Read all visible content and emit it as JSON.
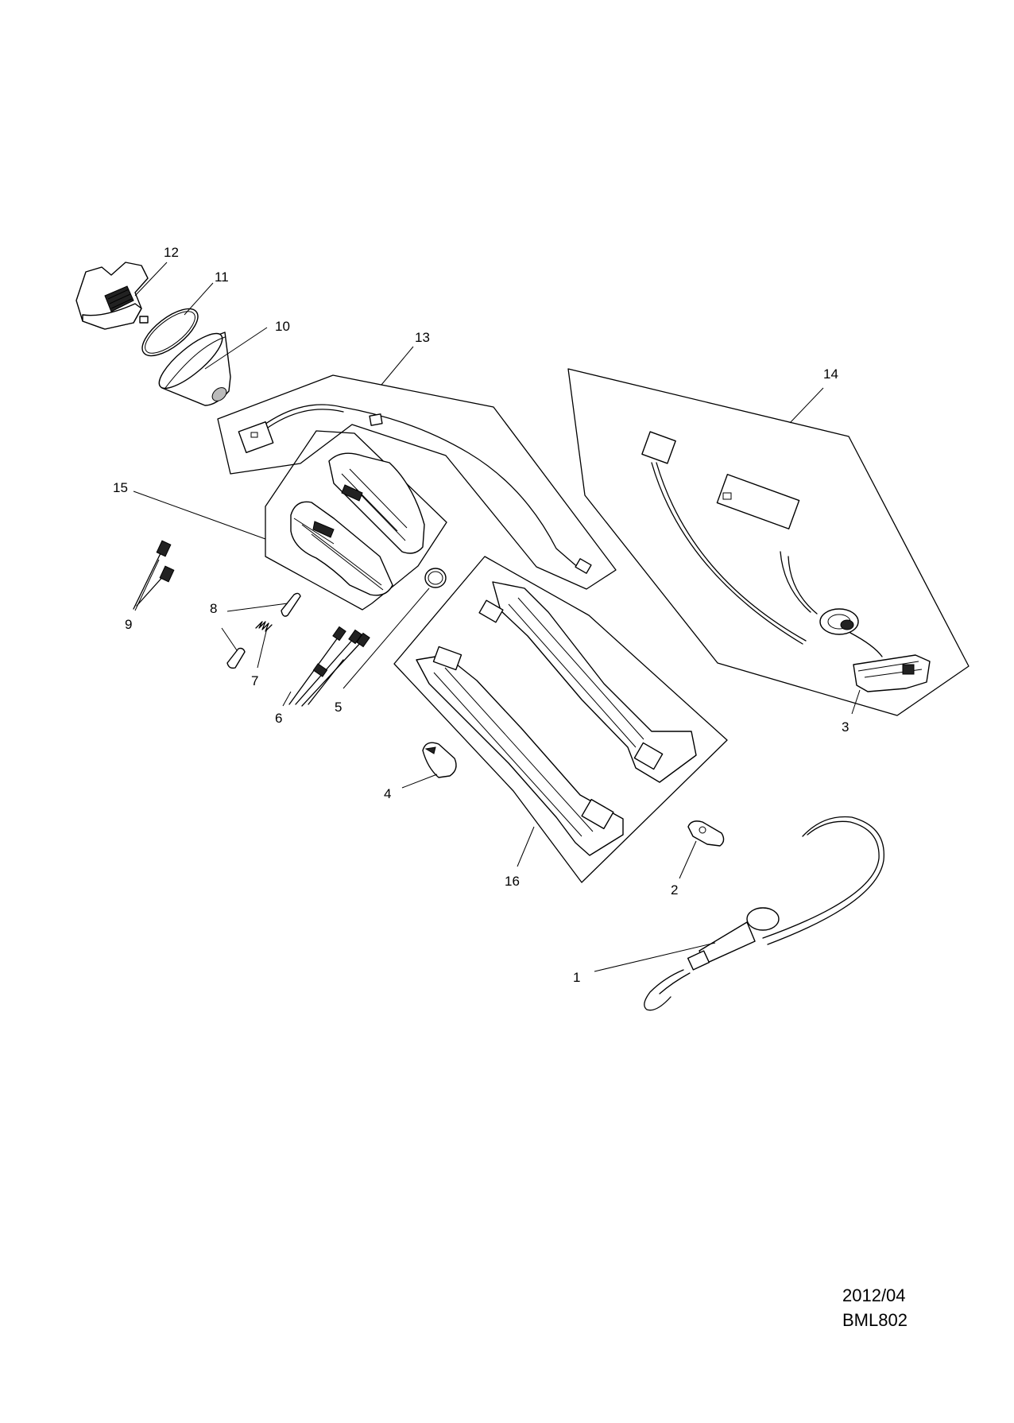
{
  "callouts": {
    "c1": "1",
    "c2": "2",
    "c3": "3",
    "c4": "4",
    "c5": "5",
    "c6": "6",
    "c7": "7",
    "c8": "8",
    "c9": "9",
    "c10": "10",
    "c11": "11",
    "c12": "12",
    "c13": "13",
    "c14": "14",
    "c15": "15",
    "c16": "16"
  },
  "footer": {
    "date": "2012/04",
    "code": "BML802"
  }
}
